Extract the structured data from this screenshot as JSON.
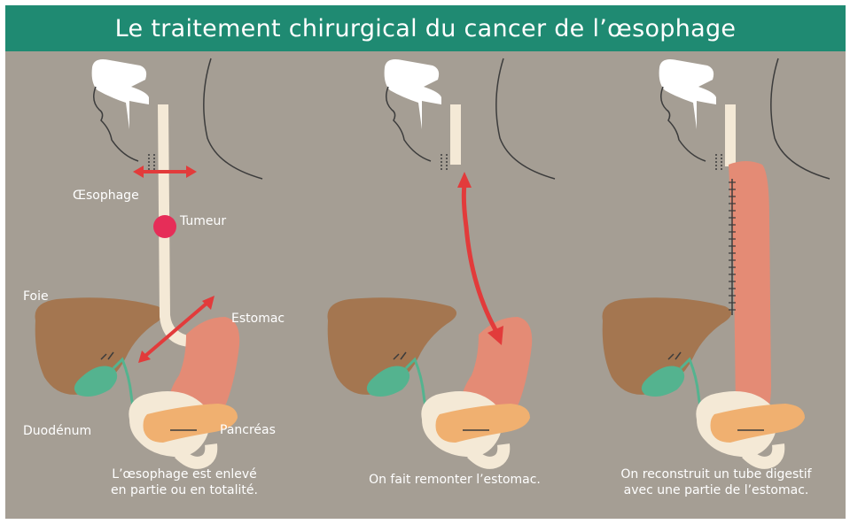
{
  "title": "Le traitement chirurgical du cancer de l’œsophage",
  "labels": {
    "esophagus": "Œsophage",
    "tumor": "Tumeur",
    "liver": "Foie",
    "stomach": "Estomac",
    "duodenum": "Duodénum",
    "pancreas": "Pancréas"
  },
  "captions": {
    "panel1": {
      "line1": "L’œsophage est enlevé",
      "line2": "en partie ou en totalité."
    },
    "panel2": {
      "line1": "On fait remonter l’estomac."
    },
    "panel3": {
      "line1": "On reconstruit un tube digestif",
      "line2": "avec une partie de l’estomac."
    }
  },
  "colors": {
    "background": "#a59e94",
    "title_bar": "#1f8a72",
    "liver": "#a47650",
    "stomach": "#e48b75",
    "pancreas": "#f0b070",
    "gallbladder": "#54b38f",
    "esophagus": "#f4e9d6",
    "arrow": "#e23b3b",
    "tumor": "#e62d58"
  }
}
